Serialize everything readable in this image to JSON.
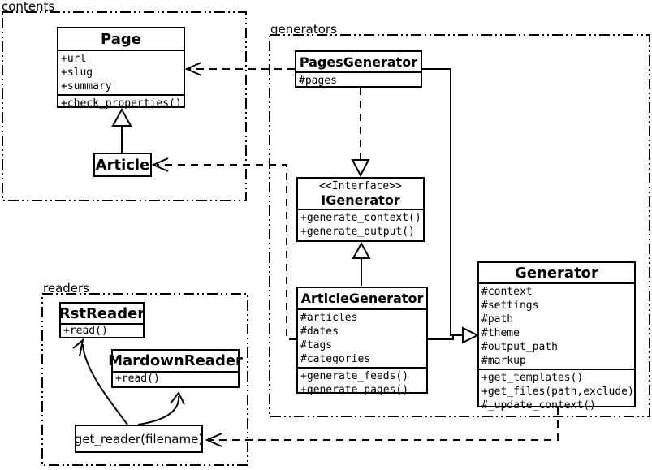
{
  "diagram_type": "uml-class-diagram",
  "colors": {
    "line": "#000000",
    "background": "#ffffff",
    "text": "#000000"
  },
  "packages": {
    "contents": {
      "label": "contents"
    },
    "generators": {
      "label": "generators"
    },
    "readers": {
      "label": "readers"
    }
  },
  "classes": {
    "page": {
      "title": "Page",
      "attributes": [
        "+url",
        "+slug",
        "+summary"
      ],
      "methods": [
        "+check_properties()"
      ]
    },
    "article": {
      "title": "Article"
    },
    "pages_generator": {
      "title": "PagesGenerator",
      "attributes": [
        "#pages"
      ]
    },
    "igenerator": {
      "stereotype": "<<Interface>>",
      "title": "IGenerator",
      "methods": [
        "+generate_context()",
        "+generate_output()"
      ]
    },
    "article_generator": {
      "title": "ArticleGenerator",
      "attributes": [
        "#articles",
        "#dates",
        "#tags",
        "#categories"
      ],
      "methods": [
        "+generate_feeds()",
        "+generate_pages()"
      ]
    },
    "generator": {
      "title": "Generator",
      "attributes": [
        "#context",
        "#settings",
        "#path",
        "#theme",
        "#output_path",
        "#markup"
      ],
      "methods": [
        "+get_templates()",
        "+get_files(path,exclude)",
        "#_update_context()"
      ]
    },
    "rst_reader": {
      "title": "RstReader",
      "methods": [
        "+read()"
      ]
    },
    "mardown_reader": {
      "title": "MardownReader",
      "methods": [
        "+read()"
      ]
    },
    "get_reader": {
      "label": "get_reader(filename)"
    }
  },
  "relationships": [
    {
      "from": "Article",
      "to": "Page",
      "type": "inheritance"
    },
    {
      "from": "PagesGenerator",
      "to": "Page",
      "type": "dependency"
    },
    {
      "from": "ArticleGenerator",
      "to": "Article",
      "type": "dependency"
    },
    {
      "from": "PagesGenerator",
      "to": "IGenerator",
      "type": "realization"
    },
    {
      "from": "ArticleGenerator",
      "to": "IGenerator",
      "type": "inheritance"
    },
    {
      "from": "PagesGenerator",
      "to": "Generator",
      "type": "inheritance"
    },
    {
      "from": "ArticleGenerator",
      "to": "Generator",
      "type": "inheritance"
    },
    {
      "from": "Generator",
      "to": "get_reader(filename)",
      "type": "dependency"
    },
    {
      "from": "get_reader(filename)",
      "to": "RstReader",
      "type": "arrow"
    },
    {
      "from": "get_reader(filename)",
      "to": "MardownReader",
      "type": "arrow"
    }
  ]
}
